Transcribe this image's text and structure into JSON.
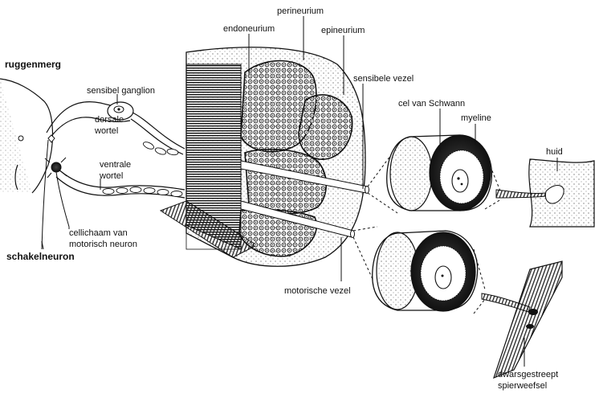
{
  "labels": {
    "ruggenmerg": "ruggenmerg",
    "sensibel_ganglion": "sensibel ganglion",
    "dorsale_wortel_1": "dorsale",
    "dorsale_wortel_2": "wortel",
    "ventrale_wortel_1": "ventrale",
    "ventrale_wortel_2": "wortel",
    "cellichaam_1": "cellichaam van",
    "cellichaam_2": "motorisch neuron",
    "schakelneuron": "schakelneuron",
    "endoneurium": "endoneurium",
    "perineurium": "perineurium",
    "epineurium": "epineurium",
    "sensibele_vezel": "sensibele vezel",
    "cel_van_schwann": "cel van Schwann",
    "myeline": "myeline",
    "huid": "huid",
    "motorische_vezel": "motorische vezel",
    "dwarsgestreept_1": "dwarsgestreept",
    "dwarsgestreept_2": "spierweefsel"
  },
  "colors": {
    "ink": "#111111",
    "paper": "#ffffff",
    "stipple": "#555555"
  }
}
